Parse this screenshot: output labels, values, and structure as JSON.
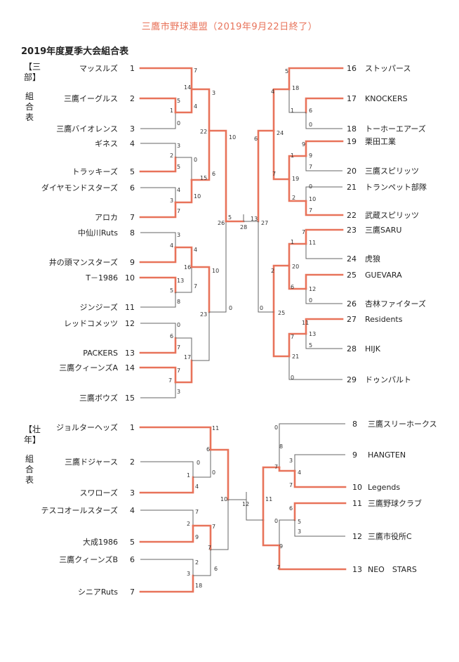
{
  "header": {
    "title": "三鷹市野球連盟（2019年9月22日終了）",
    "subtitle": "2019年度夏季大会組合表"
  },
  "division_labels": {
    "sanbu_bracket": "【三部】",
    "sanbu_suffix": "組合表",
    "sonen_bracket": "【壮年】",
    "sonen_suffix": "組合表"
  },
  "sanbu_teams": [
    {
      "seed": "1",
      "name": "マッスルズ"
    },
    {
      "seed": "2",
      "name": "三鷹イーグルス"
    },
    {
      "seed": "3",
      "name": "三鷹バイオレンス"
    },
    {
      "seed": "4",
      "name": "ギネス"
    },
    {
      "seed": "5",
      "name": "トラッキーズ"
    },
    {
      "seed": "6",
      "name": "ダイヤモンドスターズ"
    },
    {
      "seed": "7",
      "name": "アロカ"
    },
    {
      "seed": "8",
      "name": "中仙川Ruts"
    },
    {
      "seed": "9",
      "name": "井の頭マンスターズ"
    },
    {
      "seed": "10",
      "name": "T－1986"
    },
    {
      "seed": "11",
      "name": "ジンジーズ"
    },
    {
      "seed": "12",
      "name": "レッドコメッツ"
    },
    {
      "seed": "13",
      "name": "PACKERS"
    },
    {
      "seed": "14",
      "name": "三鷹クィーンズA"
    },
    {
      "seed": "15",
      "name": "三鷹ボウズ"
    },
    {
      "seed": "16",
      "name": "ストッパース"
    },
    {
      "seed": "17",
      "name": "KNOCKERS"
    },
    {
      "seed": "18",
      "name": "トーホーエアーズ"
    },
    {
      "seed": "19",
      "name": "栗田工業"
    },
    {
      "seed": "20",
      "name": "三鷹スピリッツ"
    },
    {
      "seed": "21",
      "name": "トランペット部隊"
    },
    {
      "seed": "22",
      "name": "武蔵スピリッツ"
    },
    {
      "seed": "23",
      "name": "三鷹SARU"
    },
    {
      "seed": "24",
      "name": "虎狼"
    },
    {
      "seed": "25",
      "name": "GUEVARA"
    },
    {
      "seed": "26",
      "name": "杏林ファイターズ"
    },
    {
      "seed": "27",
      "name": "Residents"
    },
    {
      "seed": "28",
      "name": "HIJK"
    },
    {
      "seed": "29",
      "name": "ドゥンパルト"
    }
  ],
  "sonen_teams": [
    {
      "seed": "1",
      "name": "ジョルターヘッズ"
    },
    {
      "seed": "2",
      "name": "三鷹ドジャース"
    },
    {
      "seed": "3",
      "name": "スワローズ"
    },
    {
      "seed": "4",
      "name": "テスコオールスターズ"
    },
    {
      "seed": "5",
      "name": "大成1986"
    },
    {
      "seed": "6",
      "name": "三鷹クィーンズB"
    },
    {
      "seed": "7",
      "name": "シニアRuts"
    },
    {
      "seed": "8",
      "name": "三鷹スリーホークス"
    },
    {
      "seed": "9",
      "name": "HANGTEN"
    },
    {
      "seed": "10",
      "name": "Legends"
    },
    {
      "seed": "11",
      "name": "三鷹野球クラブ"
    },
    {
      "seed": "12",
      "name": "三鷹市役所C"
    },
    {
      "seed": "13",
      "name": "NEO　STARS"
    }
  ],
  "scores": [
    "7",
    "14",
    "4",
    "3",
    "5",
    "1",
    "0",
    "22",
    "10",
    "3",
    "2",
    "0",
    "5",
    "15",
    "6",
    "4",
    "3",
    "10",
    "7",
    "3",
    "4",
    "4",
    "16",
    "5",
    "10",
    "13",
    "7",
    "8",
    "23",
    "0",
    "0",
    "6",
    "7",
    "17",
    "7",
    "7",
    "3",
    "5",
    "4",
    "18",
    "1",
    "6",
    "0",
    "24",
    "6",
    "9",
    "1",
    "9",
    "7",
    "19",
    "7",
    "0",
    "2",
    "10",
    "7",
    "7",
    "11",
    "1",
    "20",
    "6",
    "12",
    "0",
    "2",
    "25",
    "0",
    "11",
    "7",
    "13",
    "5",
    "21",
    "0",
    "26",
    "5",
    "28",
    "13",
    "27",
    "11",
    "6",
    "0",
    "0",
    "1",
    "4",
    "10",
    "7",
    "2",
    "9",
    "7",
    "7",
    "2",
    "3",
    "6",
    "18",
    "0",
    "8",
    "3",
    "7",
    "4",
    "7",
    "11",
    "6",
    "0",
    "5",
    "3",
    "9",
    "7",
    "12"
  ]
}
